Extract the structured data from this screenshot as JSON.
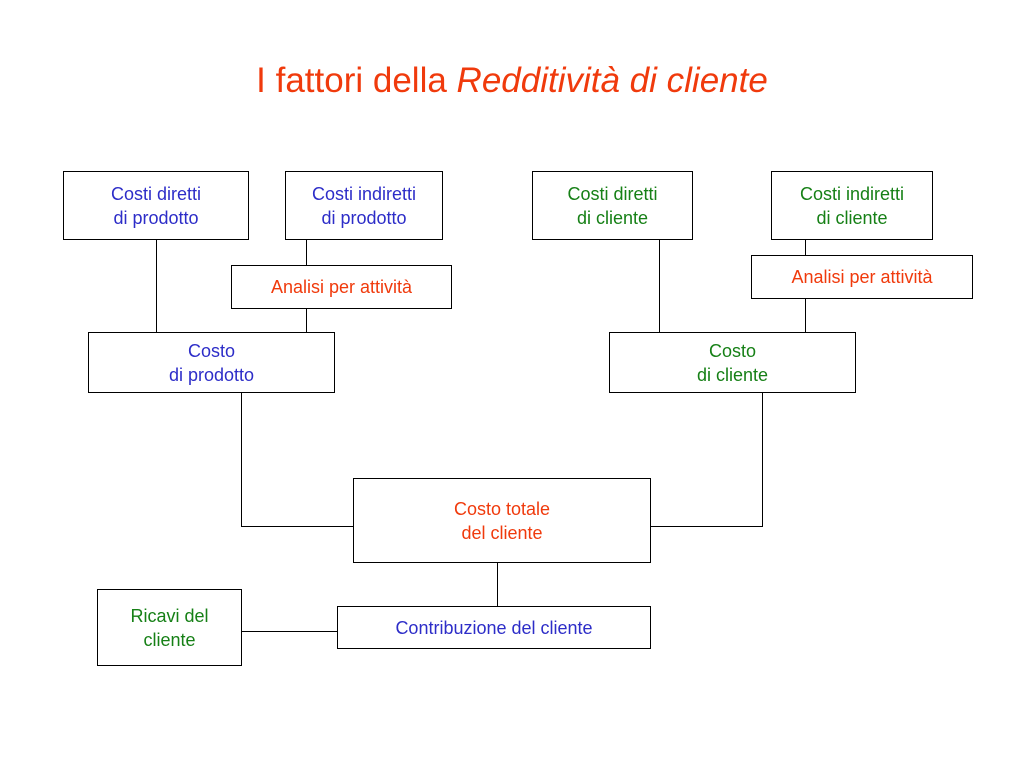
{
  "title": {
    "plain": "I fattori della",
    "italic": "Redditività di cliente"
  },
  "boxes": {
    "costi_diretti_prodotto": [
      "Costi diretti",
      "di prodotto"
    ],
    "costi_indiretti_prodotto": [
      "Costi indiretti",
      "di prodotto"
    ],
    "analisi_attivita_prodotto": "Analisi per attività",
    "costo_prodotto": [
      "Costo",
      "di prodotto"
    ],
    "costi_diretti_cliente": [
      "Costi diretti",
      "di cliente"
    ],
    "costi_indiretti_cliente": [
      "Costi indiretti",
      "di cliente"
    ],
    "analisi_attivita_cliente": "Analisi per attività",
    "costo_cliente": [
      "Costo",
      "di cliente"
    ],
    "costo_totale": [
      "Costo totale",
      "del cliente"
    ],
    "ricavi": [
      "Ricavi del",
      "cliente"
    ],
    "contribuzione": "Contribuzione del cliente"
  },
  "colors": {
    "title": "#f03a0c",
    "product_text": "#2d2dc8",
    "customer_text": "#168016",
    "activity_text": "#f03a0c"
  }
}
